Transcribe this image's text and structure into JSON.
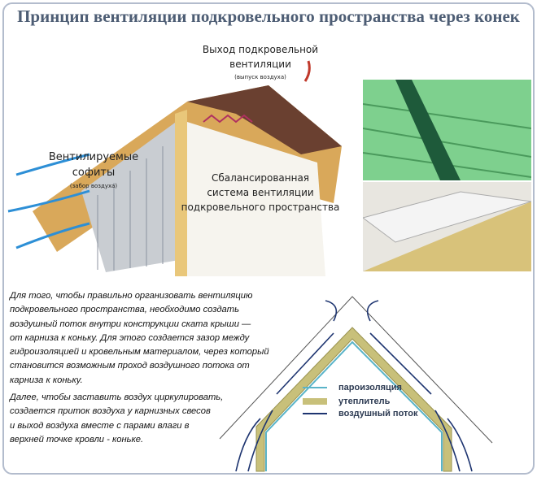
{
  "title": "Принцип вентиляции подкровельного пространства через конек",
  "house_illustration": {
    "exhaust_label": [
      "Выход подкровельной",
      "вентиляции"
    ],
    "exhaust_note": "(выпуск воздуха)",
    "soffit_label": [
      "Вентилируемые",
      "софиты"
    ],
    "soffit_note": "(забор воздуха)",
    "system_label": [
      "Сбалансированная",
      "система вентиляции",
      "подкровельного пространства"
    ]
  },
  "paragraphs": [
    [
      "Для того, чтобы правильно организовать вентиляцию",
      "подкровельного пространства, необходимо создать",
      "воздушный поток внутри конструкции ската крыши —",
      " от карниза к коньку. Для этого создается зазор между",
      "гидроизоляцией и кровельным материалом, через который",
      "становится возможным проход воздушного потока от",
      "карниза к коньку."
    ],
    [
      "Далее, чтобы заставить воздух циркулировать,",
      "создается приток воздуха у карнизных свесов",
      "и выход воздуха вместе с парами влаги в",
      "верхней точке кровли - коньке."
    ]
  ],
  "legend": [
    {
      "label": "пароизоляция",
      "color": "#5ab4c8"
    },
    {
      "label": "утеплитель",
      "color": "#c8c07a"
    },
    {
      "label": "воздушный поток",
      "color": "#1d3470"
    }
  ]
}
